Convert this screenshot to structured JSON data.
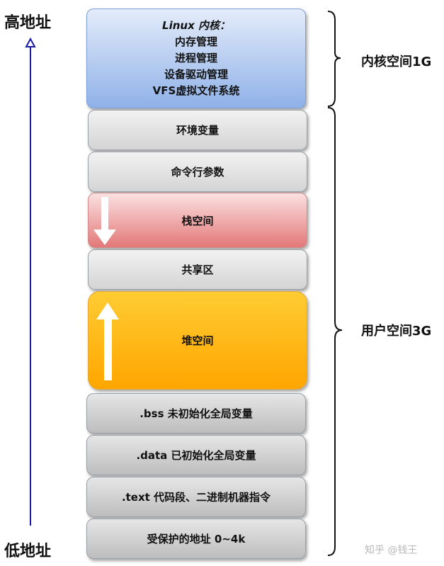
{
  "labels": {
    "high_address": "高地址",
    "low_address": "低地址",
    "kernel_space": "内核空间1G",
    "user_space": "用户空间3G"
  },
  "kernel": {
    "title": "Linux 内核：",
    "items": [
      "内存管理",
      "进程管理",
      "设备驱动管理",
      "VFS虚拟文件系统"
    ]
  },
  "segments": {
    "env": "环境变量",
    "cmd": "命令行参数",
    "stack": "栈空间",
    "shared": "共享区",
    "heap": "堆空间",
    "bss": ".bss 未初始化全局变量",
    "data": ".data 已初始化全局变量",
    "text": ".text 代码段、二进制机器指令",
    "protect": "受保护的地址 0~4k"
  },
  "watermark": "知乎 @钱王",
  "colors": {
    "kernel": "#8fb1e8",
    "stack": "#e37878",
    "heap": "#ffa600",
    "axis": "#1a1aa8"
  },
  "icons": {
    "stack_direction": "down-arrow-icon",
    "heap_direction": "up-arrow-icon",
    "axis": "up-arrow-icon"
  }
}
